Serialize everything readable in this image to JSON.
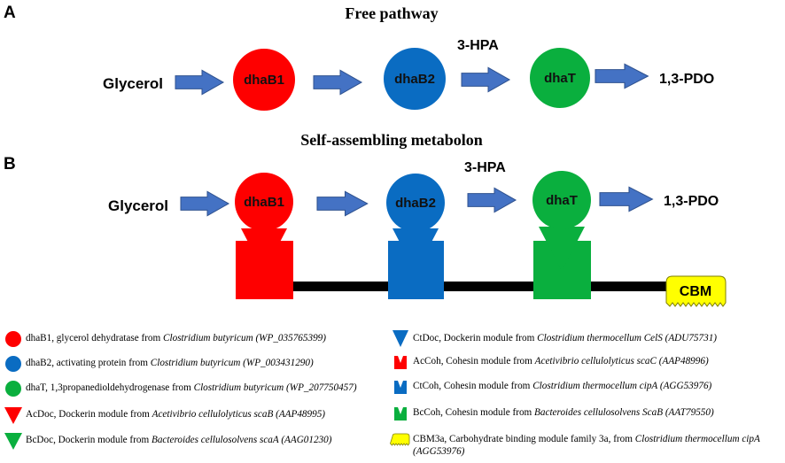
{
  "panels": {
    "a": {
      "label": "A",
      "title": "Free pathway"
    },
    "b": {
      "label": "B",
      "title": "Self-assembling metabolon"
    }
  },
  "labels": {
    "glycerol": "Glycerol",
    "hpa": "3-HPA",
    "pdo": "1,3-PDO",
    "dhaB1": "dhaB1",
    "dhaB2": "dhaB2",
    "dhaT": "dhaT",
    "cbm": "CBM"
  },
  "colors": {
    "red": "#fe0000",
    "blue": "#0a6cc2",
    "green": "#0aaf3e",
    "arrow": "#4472c4",
    "cbm": "#ffff00",
    "black": "#000000"
  },
  "legend": [
    {
      "symbol": "circle-red",
      "plain": "dhaB1, glycerol dehydratase from ",
      "italic": "Clostridium butyricum (WP_035765399)"
    },
    {
      "symbol": "circle-blue",
      "plain": "dhaB2, activating protein from ",
      "italic": "Clostridium butyricum (WP_003431290)"
    },
    {
      "symbol": "circle-green",
      "plain": "dhaT, 1,3propanedioldehydrogenase from ",
      "italic": "Clostridium butyricum (WP_207750457)"
    },
    {
      "symbol": "triangle-red",
      "plain": "AcDoc, Dockerin module from ",
      "italic": "Acetivibrio cellulolyticus scaB (AAP48995)"
    },
    {
      "symbol": "triangle-green",
      "plain": "BcDoc, Dockerin module from ",
      "italic": "Bacteroides cellulosolvens scaA (AAG01230)"
    },
    {
      "symbol": "triangle-blue",
      "plain": "CtDoc, Dockerin module from ",
      "italic": "Clostridium thermocellum CelS (ADU75731)"
    },
    {
      "symbol": "cohesin-red",
      "plain": "AcCoh, Cohesin module from ",
      "italic": "Acetivibrio cellulolyticus scaC (AAP48996)"
    },
    {
      "symbol": "cohesin-blue",
      "plain": "CtCoh, Cohesin module from ",
      "italic": "Clostridium thermocellum cipA (AGG53976)"
    },
    {
      "symbol": "cohesin-green",
      "plain": "BcCoh, Cohesin module from ",
      "italic": "Bacteroides cellulosolvens ScaB (AAT79550)"
    },
    {
      "symbol": "cbm-yellow",
      "plain": "CBM3a, Carbohydrate binding module family 3a, from ",
      "italic": "Clostridium thermocellum cipA (AGG53976)"
    }
  ]
}
